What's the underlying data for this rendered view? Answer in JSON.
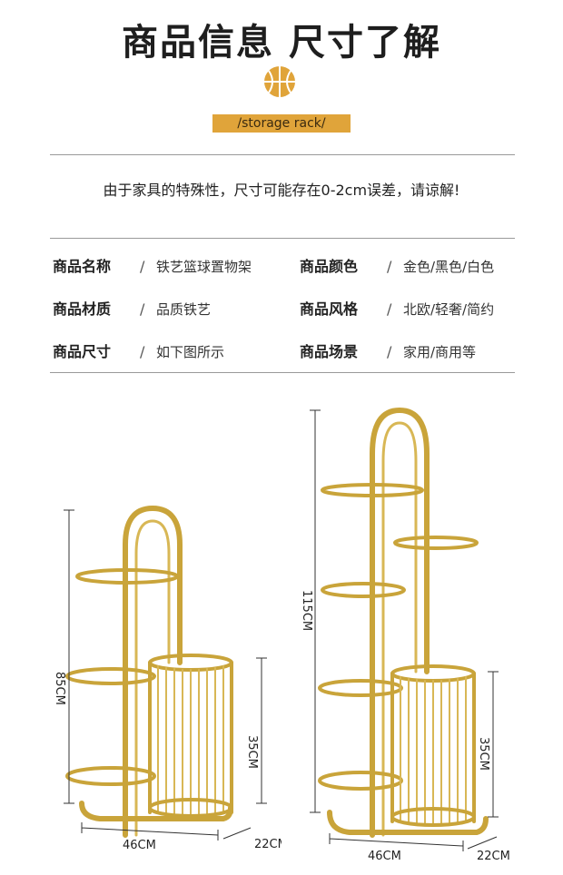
{
  "header": {
    "title": "商品信息 尺寸了解",
    "tagline": "/storage rack/",
    "ball_icon": "basketball-icon",
    "accent_color": "#e0a43a"
  },
  "notice": "由于家具的特殊性，尺寸可能存在0-2cm误差，请谅解!",
  "specs": [
    {
      "label": "商品名称",
      "sep": "/",
      "value": "铁艺篮球置物架"
    },
    {
      "label": "商品颜色",
      "sep": "/",
      "value": "金色/黑色/白色"
    },
    {
      "label": "商品材质",
      "sep": "/",
      "value": "品质铁艺"
    },
    {
      "label": "商品风格",
      "sep": "/",
      "value": "北欧/轻奢/简约"
    },
    {
      "label": "商品尺寸",
      "sep": "/",
      "value": "如下图所示"
    },
    {
      "label": "商品场景",
      "sep": "/",
      "value": "家用/商用等"
    }
  ],
  "products": {
    "small": {
      "height": "85CM",
      "width": "46CM",
      "depth": "22CM",
      "basket": "35CM"
    },
    "large": {
      "height": "115CM",
      "width": "46CM",
      "depth": "22CM",
      "basket": "35CM"
    }
  }
}
